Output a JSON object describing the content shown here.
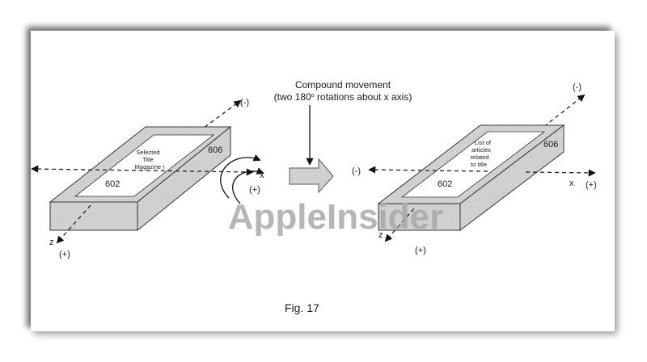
{
  "figure": {
    "caption": "Fig. 17",
    "movement_label_line1": "Compound movement",
    "movement_label_line2_pre": "(two 180",
    "movement_label_degree": "o",
    "movement_label_line2_post": " rotations about x axis)",
    "watermark": "AppleInsider"
  },
  "left_device": {
    "screen_text": [
      "Selected",
      "Title",
      "Magazine I"
    ],
    "ref_screen": "602",
    "ref_body": "606",
    "axis_x": "x",
    "axis_z": "z",
    "sign_top": "(-)",
    "sign_bottom": "(+)",
    "sign_rotation": "(+)"
  },
  "right_device": {
    "screen_text": [
      "List of",
      "articles",
      "related",
      "to title"
    ],
    "ref_screen": "602",
    "ref_body": "606",
    "axis_x": "x",
    "axis_z": "z",
    "sign_top": "(-)",
    "sign_left": "(-)",
    "sign_right": "(+)",
    "sign_bottom": "(+)"
  }
}
